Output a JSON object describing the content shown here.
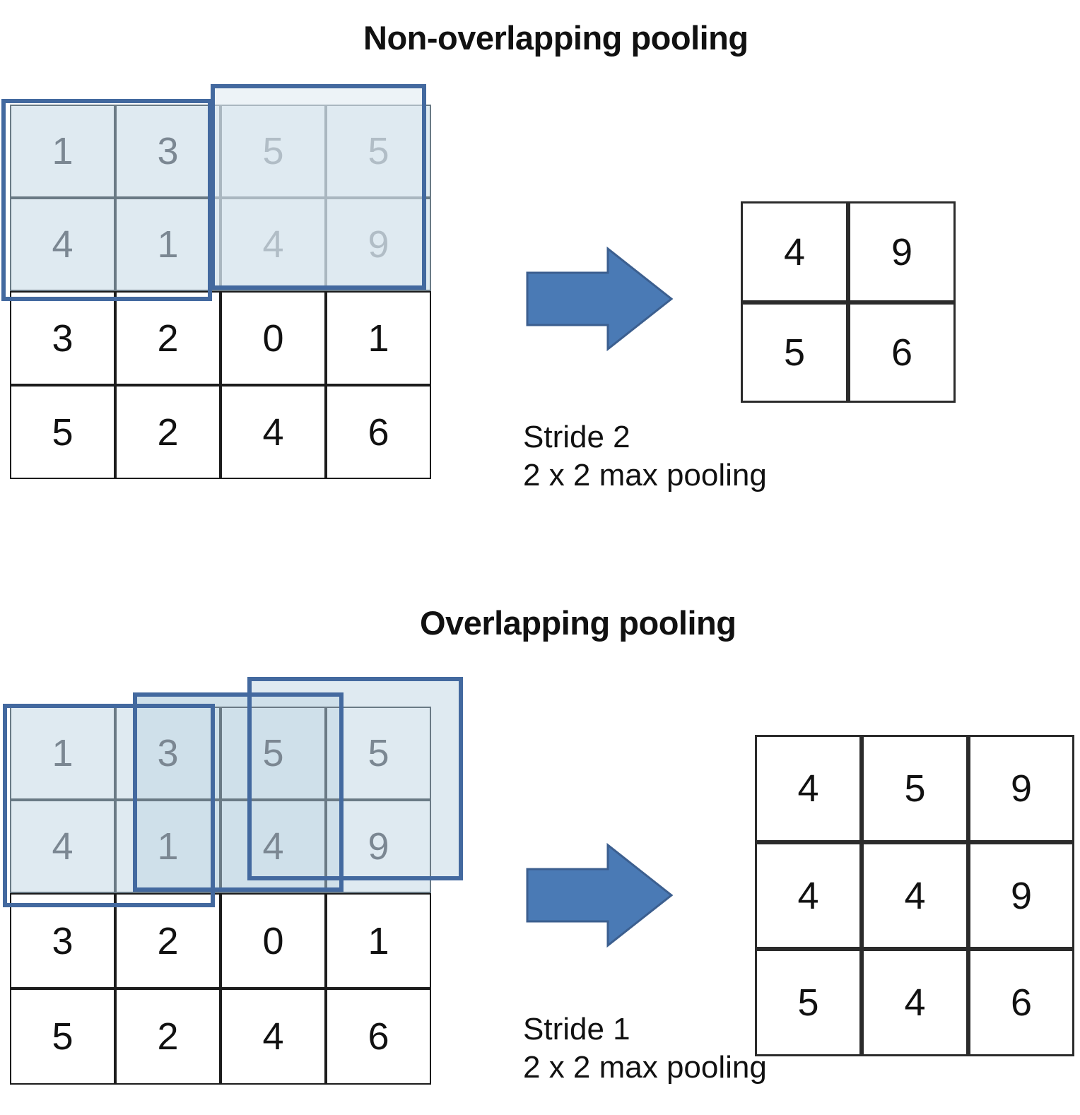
{
  "sections": [
    {
      "id": "non-overlapping",
      "title": "Non-overlapping pooling",
      "caption": "Stride 2\n2 x 2 max pooling",
      "stride": 2,
      "window": "2 x 2",
      "input": {
        "rows": 4,
        "cols": 4,
        "values": [
          [
            1,
            3,
            5,
            5
          ],
          [
            4,
            1,
            4,
            9
          ],
          [
            3,
            2,
            0,
            1
          ],
          [
            5,
            2,
            4,
            6
          ]
        ],
        "highlighted_rows": [
          0,
          1
        ]
      },
      "output": {
        "rows": 2,
        "cols": 2,
        "values": [
          [
            4,
            9
          ],
          [
            5,
            6
          ]
        ]
      },
      "pool_windows": [
        {
          "label": "window-1",
          "cells": [
            [
              0,
              0
            ],
            [
              0,
              1
            ],
            [
              1,
              0
            ],
            [
              1,
              1
            ]
          ]
        },
        {
          "label": "window-2",
          "cells": [
            [
              0,
              2
            ],
            [
              0,
              3
            ],
            [
              1,
              2
            ],
            [
              1,
              3
            ]
          ]
        }
      ]
    },
    {
      "id": "overlapping",
      "title": "Overlapping pooling",
      "caption": "Stride 1\n2 x 2 max pooling",
      "stride": 1,
      "window": "2 x 2",
      "input": {
        "rows": 4,
        "cols": 4,
        "values": [
          [
            1,
            3,
            5,
            5
          ],
          [
            4,
            1,
            4,
            9
          ],
          [
            3,
            2,
            0,
            1
          ],
          [
            5,
            2,
            4,
            6
          ]
        ],
        "highlighted_rows": [
          0,
          1
        ]
      },
      "output": {
        "rows": 3,
        "cols": 3,
        "values": [
          [
            4,
            5,
            9
          ],
          [
            4,
            4,
            9
          ],
          [
            5,
            4,
            6
          ]
        ]
      },
      "pool_windows": [
        {
          "label": "window-1",
          "cells": [
            [
              0,
              0
            ],
            [
              0,
              1
            ],
            [
              1,
              0
            ],
            [
              1,
              1
            ]
          ]
        },
        {
          "label": "window-2",
          "cells": [
            [
              0,
              1
            ],
            [
              0,
              2
            ],
            [
              1,
              1
            ],
            [
              1,
              2
            ]
          ]
        },
        {
          "label": "window-3",
          "cells": [
            [
              0,
              2
            ],
            [
              0,
              3
            ],
            [
              1,
              2
            ],
            [
              1,
              3
            ]
          ]
        }
      ]
    }
  ],
  "colors": {
    "window_border": "#43699f",
    "window_fill": "#dfeaf1",
    "window_fill_overlap": "#cfe0ea",
    "arrow": "#4a7ab5",
    "grid_line": "#1c1c1c",
    "highlighted_text": "#7b8792"
  },
  "arrow": {
    "icon": "right-arrow-icon",
    "count": 2
  }
}
